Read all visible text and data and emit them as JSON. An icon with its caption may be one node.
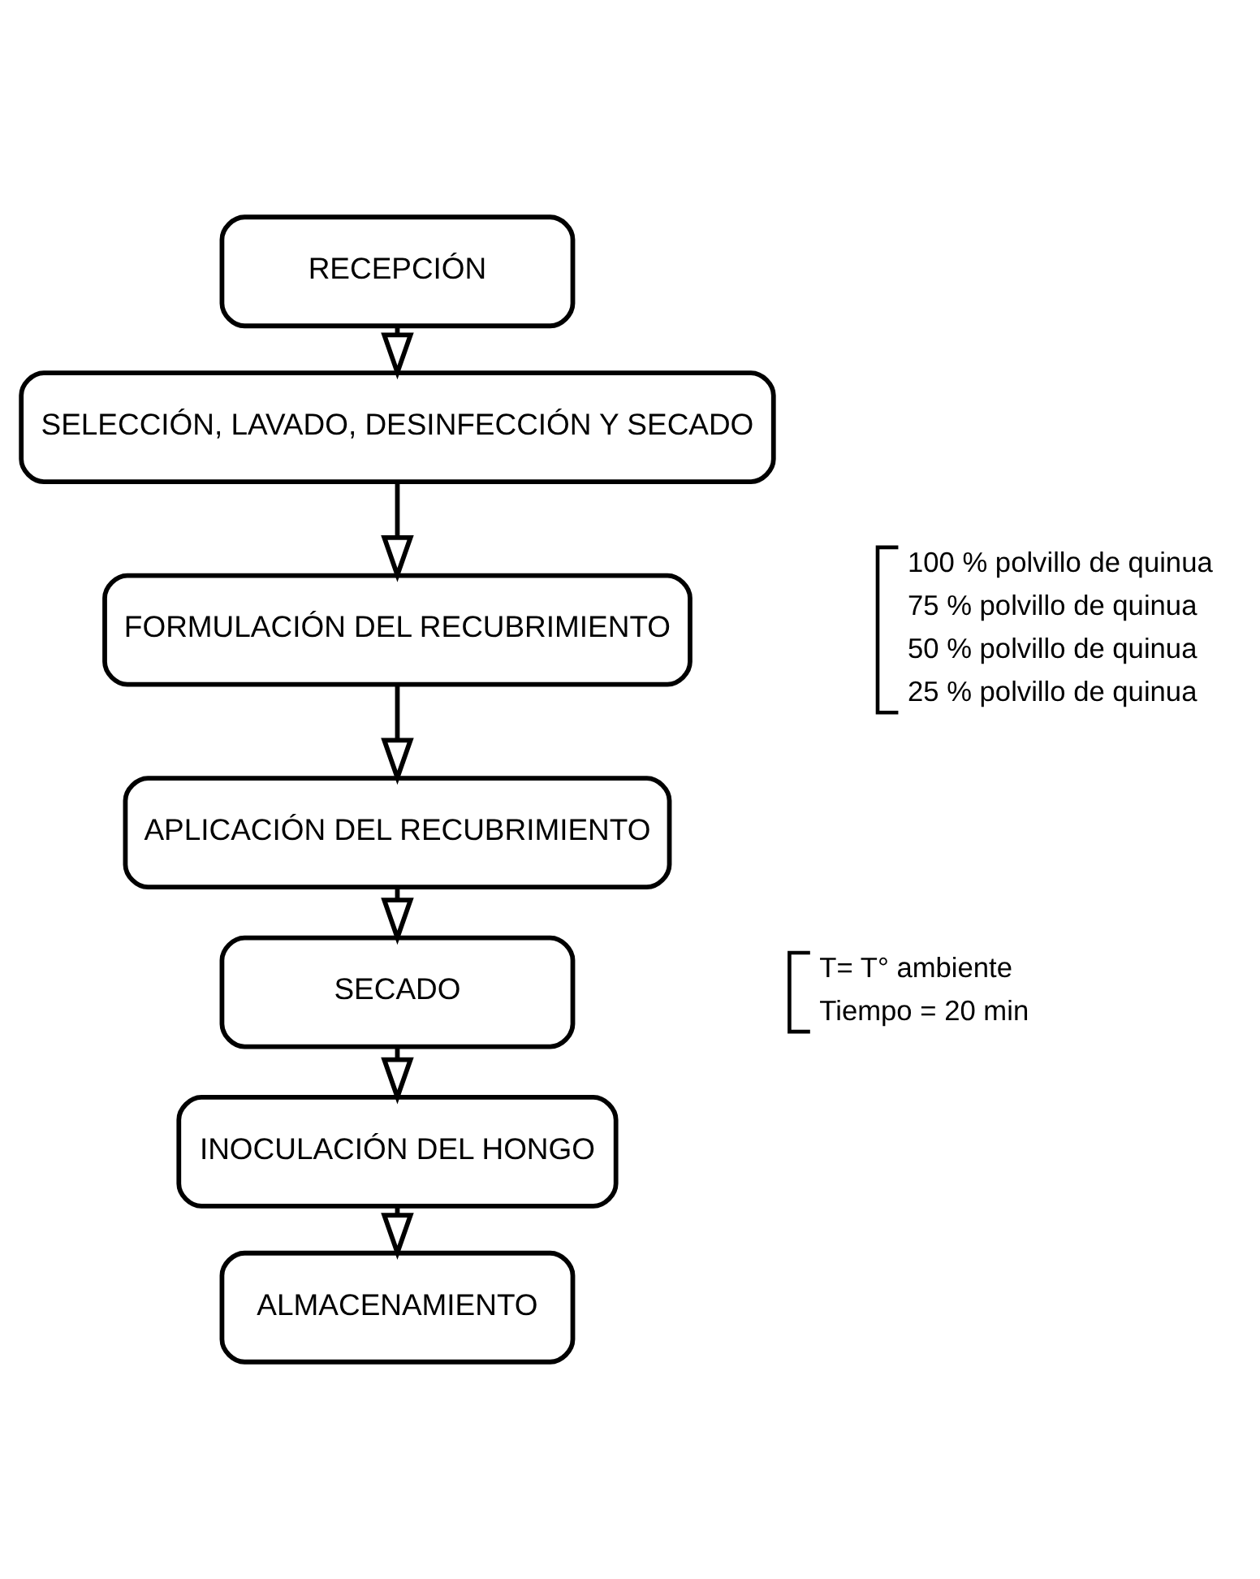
{
  "diagram": {
    "nodes": [
      {
        "text": [
          "RECEPCIÓN"
        ]
      },
      {
        "text": [
          "SELECCIÓN, LAVADO, DESINFECCIÓN Y SECADO"
        ]
      },
      {
        "text": [
          "FORMULACIÓN DEL RECUBRIMIENTO"
        ],
        "beside": [
          "100 % polvillo de quinua",
          "75 % polvillo de quinua",
          "50 % polvillo de quinua",
          "25 % polvillo de quinua"
        ]
      },
      {
        "text": [
          "APLICACIÓN DEL RECUBRIMIENTO"
        ]
      },
      {
        "text": [
          "SECADO"
        ],
        "beside": [
          "T= T° ambiente",
          "Tiempo = 20 min"
        ]
      },
      {
        "text": [
          "INOCULACIÓN DEL HONGO"
        ]
      },
      {
        "text": [
          "ALMACENAMIENTO"
        ]
      }
    ],
    "edges": [
      {
        "from": 0,
        "to": 1,
        "arrow": "to"
      },
      {
        "from": 1,
        "to": 2,
        "arrow": "to"
      },
      {
        "from": 2,
        "to": 3,
        "arrow": "to"
      },
      {
        "from": 3,
        "to": 4,
        "arrow": "to"
      },
      {
        "from": 4,
        "to": 5,
        "arrow": "to"
      },
      {
        "from": 5,
        "to": 6,
        "arrow": "to"
      }
    ]
  }
}
